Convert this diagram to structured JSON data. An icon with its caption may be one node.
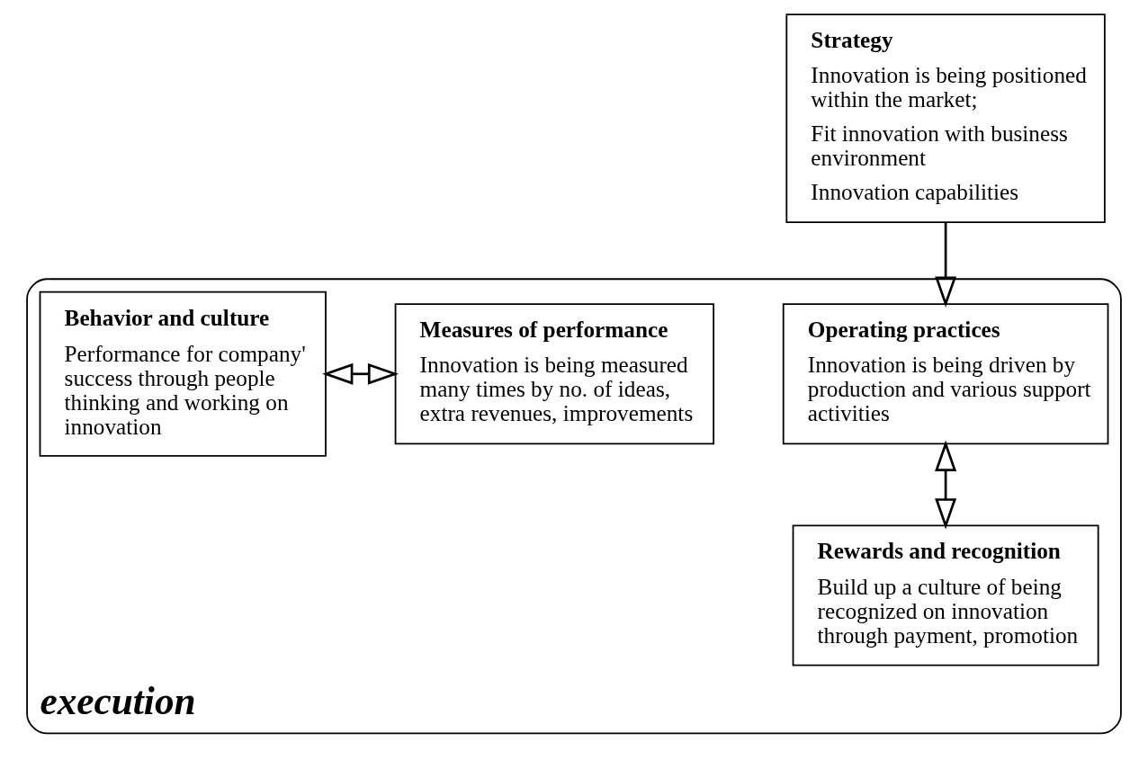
{
  "diagram": {
    "nodes": [
      {
        "text": [
          "Strategy",
          "Innovation is being positioned within the market;",
          "Fit innovation with business environment",
          "Innovation capabilities"
        ]
      },
      {
        "text": [
          "execution"
        ]
      },
      {
        "text": [
          "Operating practices",
          "Innovation is being driven by production and various support activities"
        ],
        "in": 1
      },
      {
        "text": [
          "Measures of performance",
          "Innovation is being measured many times by no. of ideas, extra revenues, improvements"
        ],
        "in": 1
      },
      {
        "text": [
          "Behavior and culture",
          "Performance for company' success through people thinking and working on innovation"
        ],
        "in": 1
      },
      {
        "text": [
          "Rewards and recognition",
          "Build up a culture of being recognized on innovation through payment, promotion"
        ],
        "in": 1
      }
    ],
    "edges": [
      {
        "from": 0,
        "to": 2,
        "arrow": "to"
      },
      {
        "from": 2,
        "to": 5,
        "arrow": "both"
      },
      {
        "from": 4,
        "to": 3,
        "arrow": "both"
      }
    ]
  }
}
